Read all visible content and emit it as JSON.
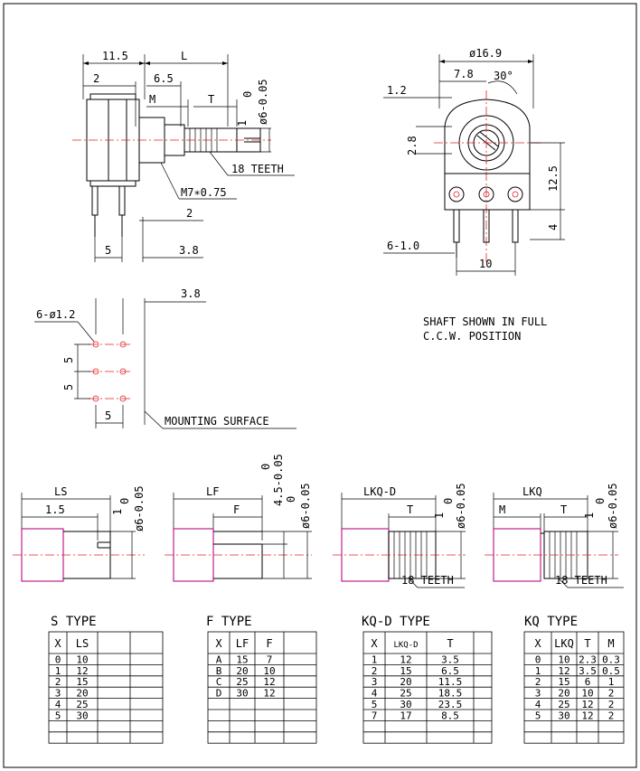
{
  "views": {
    "side": {
      "dims": {
        "width_11_5": "11.5",
        "length_l": "L",
        "dim_2": "2",
        "dim_6_5": "6.5",
        "m": "M",
        "t": "T",
        "tol_0": "0",
        "dia_tol": "ø6-0.05",
        "dim_1": "1",
        "teeth": "18 TEETH",
        "thread": "M7∗0.75",
        "dim_2b": "2",
        "dim_5": "5",
        "dim_3_8": "3.8"
      }
    },
    "front": {
      "dims": {
        "dia": "ø16.9",
        "dim_7_8": "7.8",
        "angle": "30°",
        "dim_1_2": "1.2",
        "dim_2_8": "2.8",
        "dim_12_5": "12.5",
        "dim_4": "4",
        "pins": "6-1.0",
        "dim_10": "10"
      }
    },
    "mounting": {
      "dims": {
        "dim_3_8": "3.8",
        "holes": "6-ø1.2",
        "dim_5a": "5",
        "dim_5b": "5",
        "dim_5c": "5",
        "surface": "MOUNTING SURFACE"
      }
    },
    "note": {
      "line1": "SHAFT SHOWN IN FULL",
      "line2": "C.C.W. POSITION"
    }
  },
  "shafts": {
    "s": {
      "len": "LS",
      "dim_1_5": "1.5",
      "dim_1": "1",
      "tol_0": "0",
      "dia_tol": "ø6-0.05"
    },
    "f": {
      "len": "LF",
      "f": "F",
      "tol_0a": "0",
      "flat_tol": "4.5-0.05",
      "tol_0b": "0",
      "dia_tol": "ø6-0.05"
    },
    "kqd": {
      "len": "LKQ-D",
      "t": "T",
      "dim_1": "1",
      "tol_0": "0",
      "dia_tol": "ø6-0.05",
      "teeth": "18 TEETH"
    },
    "kq": {
      "len": "LKQ",
      "m": "M",
      "t": "T",
      "dim_1": "1",
      "tol_0": "0",
      "dia_tol": "ø6-0.05",
      "teeth": "18 TEETH"
    }
  },
  "tables": {
    "s": {
      "title": "S TYPE",
      "headers": [
        "X",
        "LS",
        "",
        ""
      ],
      "rows": [
        [
          "0",
          "10",
          "",
          ""
        ],
        [
          "1",
          "12",
          "",
          ""
        ],
        [
          "2",
          "15",
          "",
          ""
        ],
        [
          "3",
          "20",
          "",
          ""
        ],
        [
          "4",
          "25",
          "",
          ""
        ],
        [
          "5",
          "30",
          "",
          ""
        ],
        [
          "",
          "",
          "",
          ""
        ],
        [
          "",
          "",
          "",
          ""
        ]
      ]
    },
    "f": {
      "title": "F TYPE",
      "headers": [
        "X",
        "LF",
        "F",
        ""
      ],
      "rows": [
        [
          "A",
          "15",
          "7",
          ""
        ],
        [
          "B",
          "20",
          "10",
          ""
        ],
        [
          "C",
          "25",
          "12",
          ""
        ],
        [
          "D",
          "30",
          "12",
          ""
        ],
        [
          "",
          "",
          "",
          ""
        ],
        [
          "",
          "",
          "",
          ""
        ],
        [
          "",
          "",
          "",
          ""
        ],
        [
          "",
          "",
          "",
          ""
        ]
      ]
    },
    "kqd": {
      "title": "KQ-D TYPE",
      "headers": [
        "X",
        "LKQ-D",
        "T",
        ""
      ],
      "rows": [
        [
          "1",
          "12",
          "3.5",
          ""
        ],
        [
          "2",
          "15",
          "6.5",
          ""
        ],
        [
          "3",
          "20",
          "11.5",
          ""
        ],
        [
          "4",
          "25",
          "18.5",
          ""
        ],
        [
          "5",
          "30",
          "23.5",
          ""
        ],
        [
          "7",
          "17",
          "8.5",
          ""
        ],
        [
          "",
          "",
          "",
          ""
        ],
        [
          "",
          "",
          "",
          ""
        ]
      ]
    },
    "kq": {
      "title": "KQ TYPE",
      "headers": [
        "X",
        "LKQ",
        "T",
        "M"
      ],
      "rows": [
        [
          "0",
          "10",
          "2.3",
          "0.3"
        ],
        [
          "1",
          "12",
          "3.5",
          "0.5"
        ],
        [
          "2",
          "15",
          "6",
          "1"
        ],
        [
          "3",
          "20",
          "10",
          "2"
        ],
        [
          "4",
          "25",
          "12",
          "2"
        ],
        [
          "5",
          "30",
          "12",
          "2"
        ],
        [
          "",
          "",
          "",
          ""
        ],
        [
          "",
          "",
          "",
          ""
        ]
      ]
    }
  }
}
